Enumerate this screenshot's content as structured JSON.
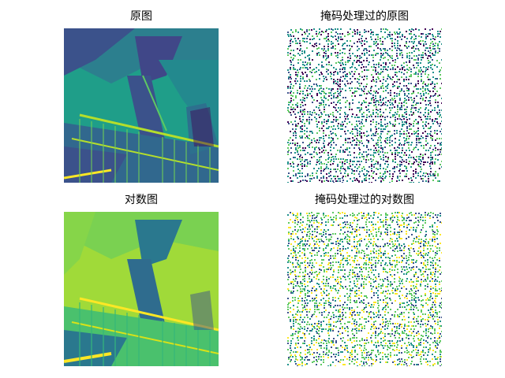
{
  "figure": {
    "panels": [
      {
        "title": "原图"
      },
      {
        "title": "掩码处理过的原图"
      },
      {
        "title": "对数图"
      },
      {
        "title": "掩码处理过的对数图"
      }
    ]
  },
  "colors": {
    "background": "#ffffff",
    "colormap": "viridis",
    "viridis_dark": "#440154",
    "viridis_blue": "#3b528b",
    "viridis_teal": "#21918c",
    "viridis_green": "#5ec962",
    "viridis_yellow": "#fde725"
  }
}
